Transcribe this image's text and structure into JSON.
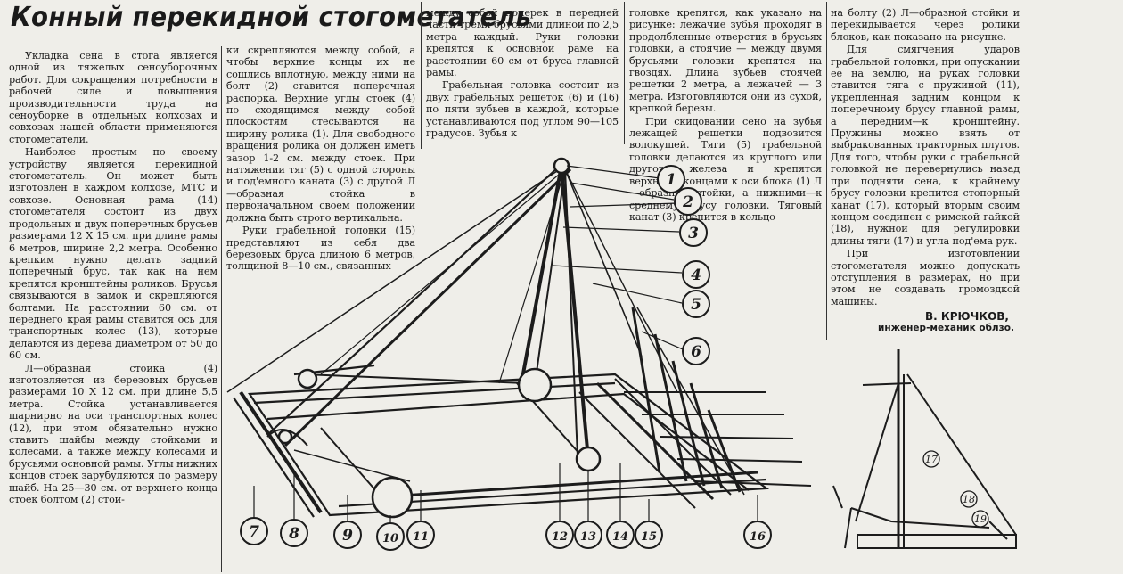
{
  "article": {
    "title": "Конный перекидной стогометатель",
    "col1": [
      "Укладка сена в стога является одной из тяжелых сеноуборочных работ. Для сокращения потребности в рабочей силе и повышения производительности труда на сеноуборке в отдельных колхозах и совхозах нашей области применяются стогометатели.",
      "Наиболее простым по своему устройству является перекидной стогометатель. Он может быть изготовлен в каждом колхозе, МТС и совхозе. Основная рама (14) стогометателя состоит из двух продольных и двух поперечных брусьев размерами 12 Х 15 см. при длине рамы 6 метров, ширине 2,2 метра. Особенно крепким нужно делать задний поперечный брус, так как на нем крепятся кронштейны роликов. Брусья связываются в замок и скрепляются болтами. На расстоянии 60 см. от переднего края рамы ставится ось для транспортных колес (13), которые делаются из дерева диаметром от 50 до 60 см.",
      "Л—образная стойка (4) изготовляется из березовых брусьев размерами 10 Х 12 см. при длине 5,5 метра. Стойка устанавливается шарнирно на оси транспортных колес (12), при этом обязательно нужно ставить шайбы между стойками и колесами, а также между колесами и брусьями основной рамы. Углы нижних концов стоек зарубуляются по размеру шайб. На 25—30 см. от верхнего конца стоек болтом (2) стой-"
    ],
    "col2": [
      "ки скрепляются между собой, а чтобы верхние концы их не сошлись вплотную, между ними на болт (2) ставится поперечная распорка. Верхние углы стоек (4) по сходящимся между собой плоскостям стесываются на ширину ролика (1). Для свободного вращения ролика он должен иметь зазор 1-2 см. между стоек. При натяжении тяг (5) с одной стороны и под'емного каната (3) с другой Л—образная стойка в первоначальном своем положении должна быть строго вертикальна.",
      "Руки грабельной головки (15) представляют из себя два березовых бруса длиною 6 метров, толщиной 8—10 см., связанных"
    ],
    "col3": [
      "между собой поперек в передней части тремя брусьями длиной по 2,5 метра каждый. Руки головки крепятся к основной раме на расстоянии 60 см от бруса главной рамы.",
      "Грабельная головка состоит из двух грабельных решеток (6) и (16) по пяти зубьев в каждой, которые устанавливаются под углом 90—105 градусов. Зубья к"
    ],
    "col4": [
      "головке крепятся, как указано на рисунке: лежачие зубья проходят в продолбленные отверстия в брусьях головки, а стоячие — между двумя брусьями головки крепятся на гвоздях. Длина зубьев стоячей решетки 2 метра, а лежачей — 3 метра. Изготовляются они из сухой, крепкой березы.",
      "При скидовании сено на зубья лежащей решетки подвозится волокушей. Тяги (5) грабельной головки делаются из круглого или другого железа и крепятся верхними концами к оси блока (1) Л—образной стойки, а нижними—к среднему брусу головки. Тяговый канат (3) крепится в кольцо"
    ],
    "col5": [
      "на болту (2) Л—образной стойки и перекидывается через ролики блоков, как показано на рисунке.",
      "Для смягчения ударов грабельной головки, при опускании ее на землю, на руках головки ставится тяга с пружиной (11), укрепленная задним концом к поперечному брусу главной рамы, а передним—к кронштейну. Пружины можно взять от выбракованных тракторных плугов. Для того, чтобы руки с грабельной головкой не перевернулись назад при подняти сена, к крайнему брусу головки крепится стопорный канат (17), который вторым своим концом соединен с римской гайкой (18), нужной для регулировки длины тяги (17) и угла под'ема рук.",
      "При изготовлении стогометателя можно допускать отступления в размерах, но при этом не создавать громоздкой машины."
    ],
    "author": "В. КРЮЧКОВ,",
    "author_role": "инженер-механик облзо."
  },
  "figure": {
    "labels": [
      "1",
      "2",
      "3",
      "4",
      "5",
      "6",
      "7",
      "8",
      "9",
      "10",
      "11",
      "12",
      "13",
      "14",
      "15",
      "16"
    ],
    "side_labels": [
      "17",
      "18",
      "19"
    ]
  }
}
